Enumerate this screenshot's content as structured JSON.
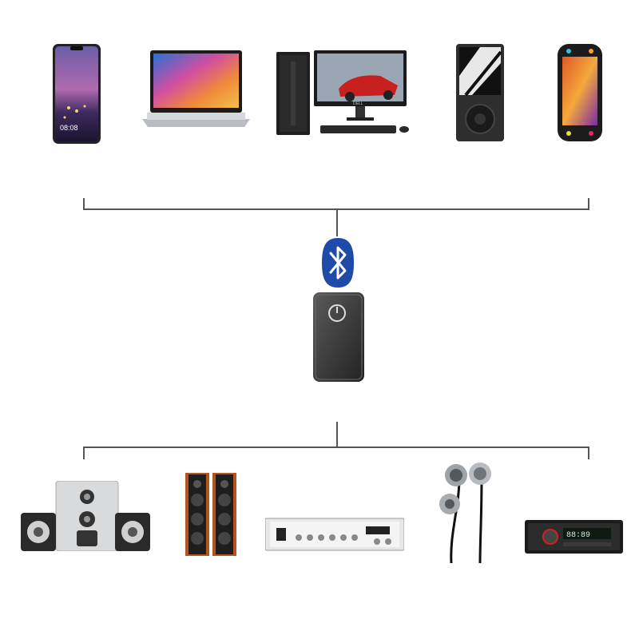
{
  "diagram": {
    "sources": [
      {
        "icon": "smartphone-icon",
        "screen_text": "08:08"
      },
      {
        "icon": "laptop-icon",
        "screen_text": ""
      },
      {
        "icon": "desktop-pc-icon",
        "screen_text": "DELL"
      },
      {
        "icon": "mp3-player-icon",
        "screen_text": ""
      },
      {
        "icon": "handheld-game-console-icon",
        "screen_text": ""
      }
    ],
    "hub": {
      "icon": "bluetooth-icon",
      "device_icon": "bluetooth-transmitter-receiver-icon"
    },
    "outputs": [
      {
        "icon": "speaker-system-icon"
      },
      {
        "icon": "tower-speakers-icon"
      },
      {
        "icon": "amplifier-icon"
      },
      {
        "icon": "earphones-icon"
      },
      {
        "icon": "car-stereo-icon",
        "display_text": "88:89"
      }
    ],
    "colors": {
      "line": "#555555",
      "bluetooth": "#1f4aa8",
      "device": "#3a3a3a"
    }
  }
}
